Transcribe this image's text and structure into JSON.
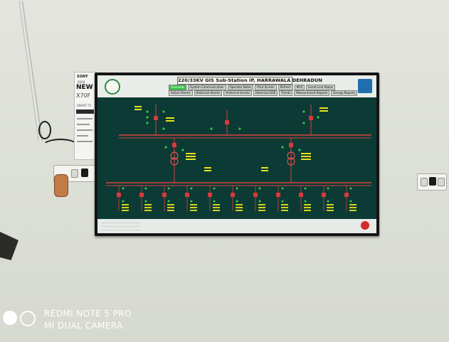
{
  "sticker": {
    "brand": "SONY",
    "year": "2018",
    "badge": "NEW",
    "model": "X70F",
    "subtitle": "SMART TV"
  },
  "scada": {
    "title": "220/33KV GIS Sub-Station IP, HARRAWALA DEHRADUN",
    "menu_row1": [
      "Overview",
      "System Communication",
      "Operator Notes",
      "Print Screen",
      "Refresh",
      "MCP",
      "Event Link Status"
    ],
    "menu_row2": [
      "Active Alarms",
      "Historical Alarms",
      "Historical Events",
      "Historical SOE",
      "Trends",
      "Measurement Reports",
      "Energy Reports"
    ],
    "active_menu": "Overview",
    "colors": {
      "busbar": "#d94141",
      "closed": "#d63b3b",
      "open": "#34c84a",
      "background": "#0c3a34",
      "measurement": "#e8e31f"
    }
  },
  "watermark": {
    "line1": "REDMI NOTE 5 PRO",
    "line2": "MI DUAL CAMERA"
  }
}
